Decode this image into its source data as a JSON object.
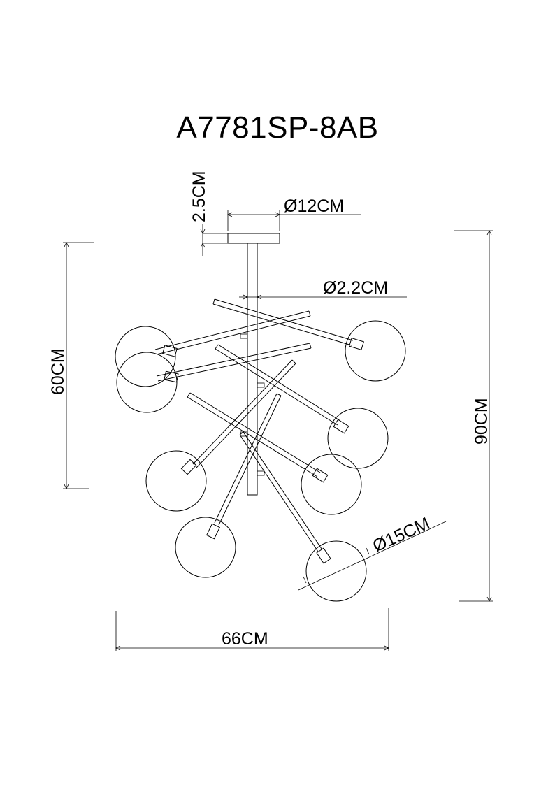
{
  "model": "A7781SP-8AB",
  "dimensions": {
    "canopy_height": "2.5CM",
    "canopy_diameter": "Ø12CM",
    "rod_diameter": "Ø2.2CM",
    "body_height": "60CM",
    "total_height": "90CM",
    "globe_diameter": "Ø15CM",
    "width": "66CM"
  },
  "colors": {
    "line": "#000000",
    "background": "#ffffff"
  }
}
